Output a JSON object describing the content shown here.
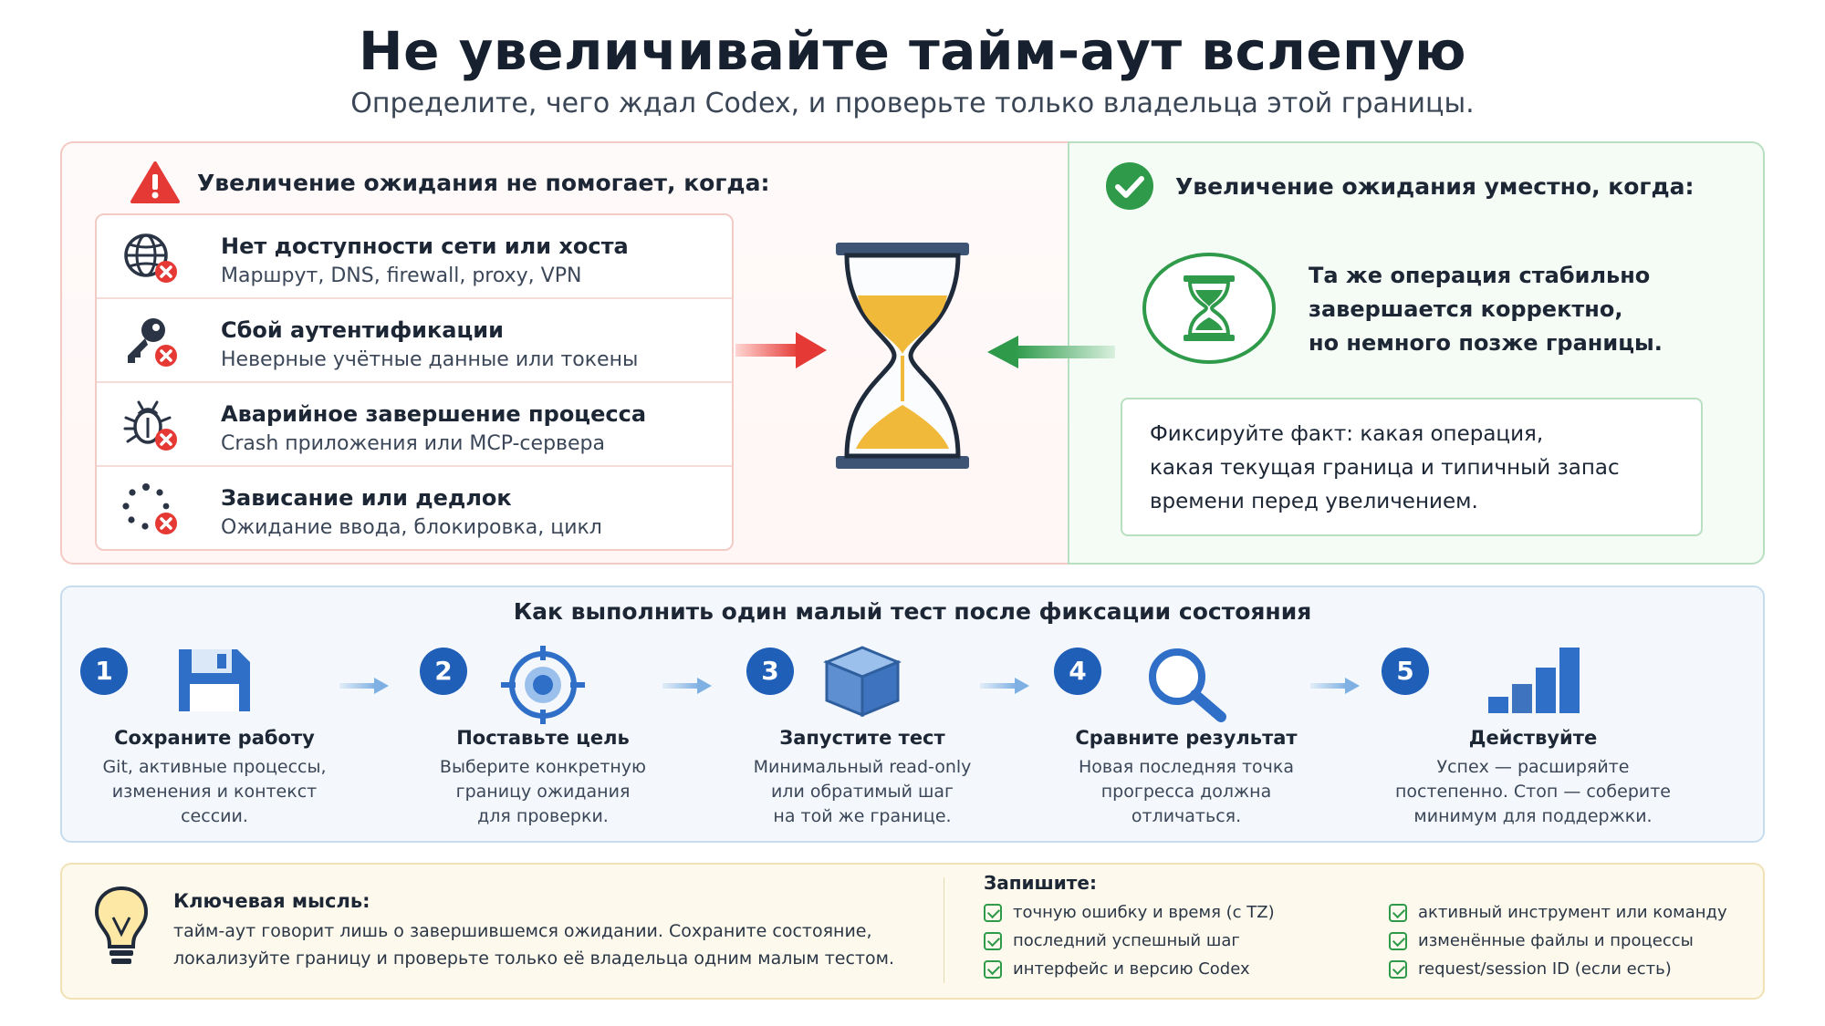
{
  "title": "Не увеличивайте тайм-аут вслепую",
  "subtitle": "Определите, чего ждал Codex, и проверьте только владельца этой границы.",
  "bad_section": {
    "heading": "Увеличение ожидания не помогает, когда:",
    "items": [
      {
        "title": "Нет доступности сети или хоста",
        "sub": "Маршрут, DNS, firewall, proxy, VPN",
        "icon": "globe-error-icon"
      },
      {
        "title": "Сбой аутентификации",
        "sub": "Неверные учётные данные или токены",
        "icon": "key-error-icon"
      },
      {
        "title": "Аварийное завершение процесса",
        "sub": "Crash приложения или MCP-сервера",
        "icon": "bug-error-icon"
      },
      {
        "title": "Зависание или дедлок",
        "sub": "Ожидание ввода, блокировка, цикл",
        "icon": "spinner-error-icon"
      }
    ]
  },
  "good_section": {
    "heading": "Увеличение ожидания уместно, когда:",
    "lines": [
      "Та же операция стабильно",
      "завершается корректно,",
      "но немного позже границы."
    ],
    "note_lines": [
      "Фиксируйте факт: какая операция,",
      "какая текущая граница и типичный запас",
      "времени перед увеличением."
    ]
  },
  "steps_section": {
    "title": "Как выполнить один малый тест после фиксации состояния",
    "steps": [
      {
        "num": "1",
        "title": "Сохраните работу",
        "desc": [
          "Git, активные процессы,",
          "изменения и контекст",
          "сессии."
        ],
        "icon": "floppy-disk-icon"
      },
      {
        "num": "2",
        "title": "Поставьте цель",
        "desc": [
          "Выберите конкретную",
          "границу ожидания",
          "для проверки."
        ],
        "icon": "target-icon"
      },
      {
        "num": "3",
        "title": "Запустите тест",
        "desc": [
          "Минимальный read-only",
          "или обратимый шаг",
          "на той же границе."
        ],
        "icon": "cube-icon"
      },
      {
        "num": "4",
        "title": "Сравните результат",
        "desc": [
          "Новая последняя точка",
          "прогресса должна",
          "отличаться."
        ],
        "icon": "magnifier-icon"
      },
      {
        "num": "5",
        "title": "Действуйте",
        "desc": [
          "Успех — расширяйте",
          "постепенно. Стоп — соберите",
          "минимум для поддержки."
        ],
        "icon": "bar-chart-icon"
      }
    ]
  },
  "key_idea": {
    "title": "Ключевая мысль:",
    "lines": [
      "тайм-аут говорит лишь о завершившемся ожидании. Сохраните состояние,",
      "локализуйте границу и проверьте только её владельца одним малым тестом."
    ]
  },
  "record": {
    "title": "Запишите:",
    "items": [
      "точную ошибку и время (с TZ)",
      "последний успешный шаг",
      "интерфейс и версию Codex",
      "активный инструмент или команду",
      "изменённые файлы и процессы",
      "request/session ID (если есть)"
    ]
  },
  "colors": {
    "red": "#e53935",
    "green": "#2e9a4a",
    "blue": "#1f5fb8",
    "sand": "#f0b93a"
  }
}
